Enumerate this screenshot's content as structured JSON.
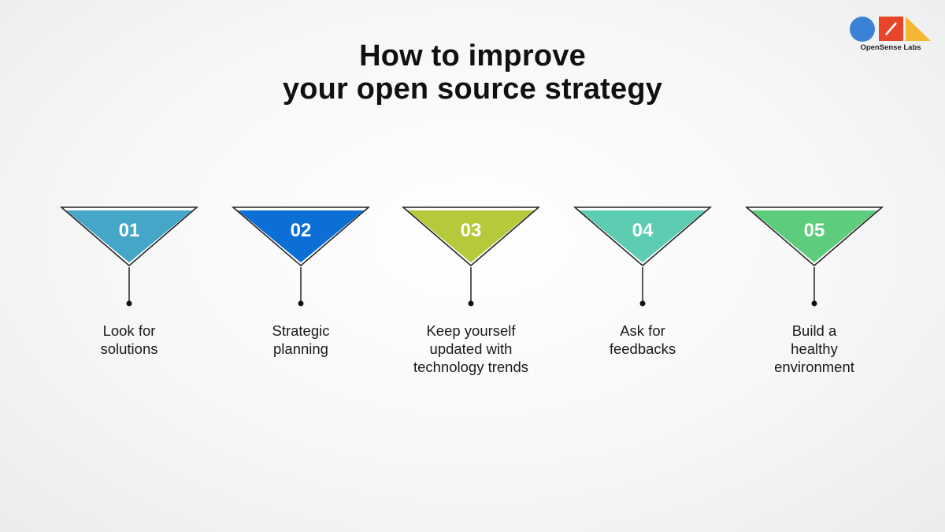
{
  "title": {
    "line1": "How to improve",
    "line2": "your open source strategy"
  },
  "logo": {
    "text": "OpenSense Labs",
    "colors": {
      "circle": "#3b82d6",
      "square": "#e8462b",
      "triangle": "#f5b731"
    }
  },
  "steps": [
    {
      "number": "01",
      "color": "#45a6c7",
      "lines": [
        "Look for",
        "solutions"
      ]
    },
    {
      "number": "02",
      "color": "#0b6fd6",
      "lines": [
        "Strategic",
        "planning"
      ]
    },
    {
      "number": "03",
      "color": "#b5c93a",
      "lines": [
        "Keep yourself",
        "updated with",
        "technology trends"
      ]
    },
    {
      "number": "04",
      "color": "#5ccdb3",
      "lines": [
        "Ask for",
        "feedbacks"
      ]
    },
    {
      "number": "05",
      "color": "#5dcc7c",
      "lines": [
        "Build a",
        "healthy",
        "environment"
      ]
    }
  ]
}
